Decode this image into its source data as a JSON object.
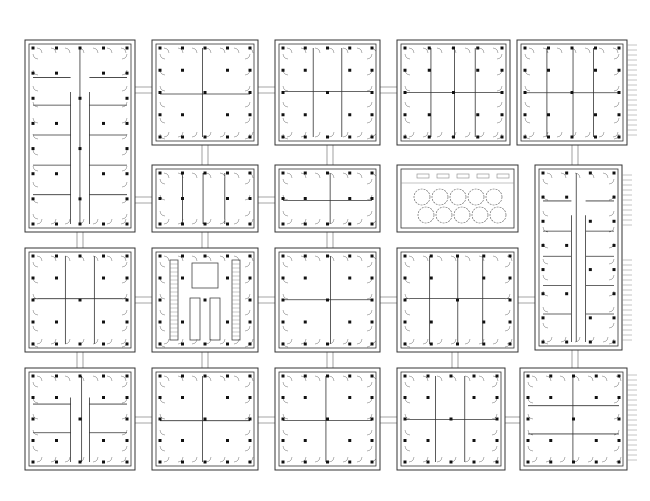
{
  "drawing": {
    "type": "architectural floor plan",
    "colors": {
      "background": "#ffffff",
      "line": "#333333",
      "column": "#111111",
      "light_line": "#888888"
    },
    "icons": [
      "column-marker",
      "tree-symbol",
      "stair-symbol",
      "door-swing"
    ]
  }
}
